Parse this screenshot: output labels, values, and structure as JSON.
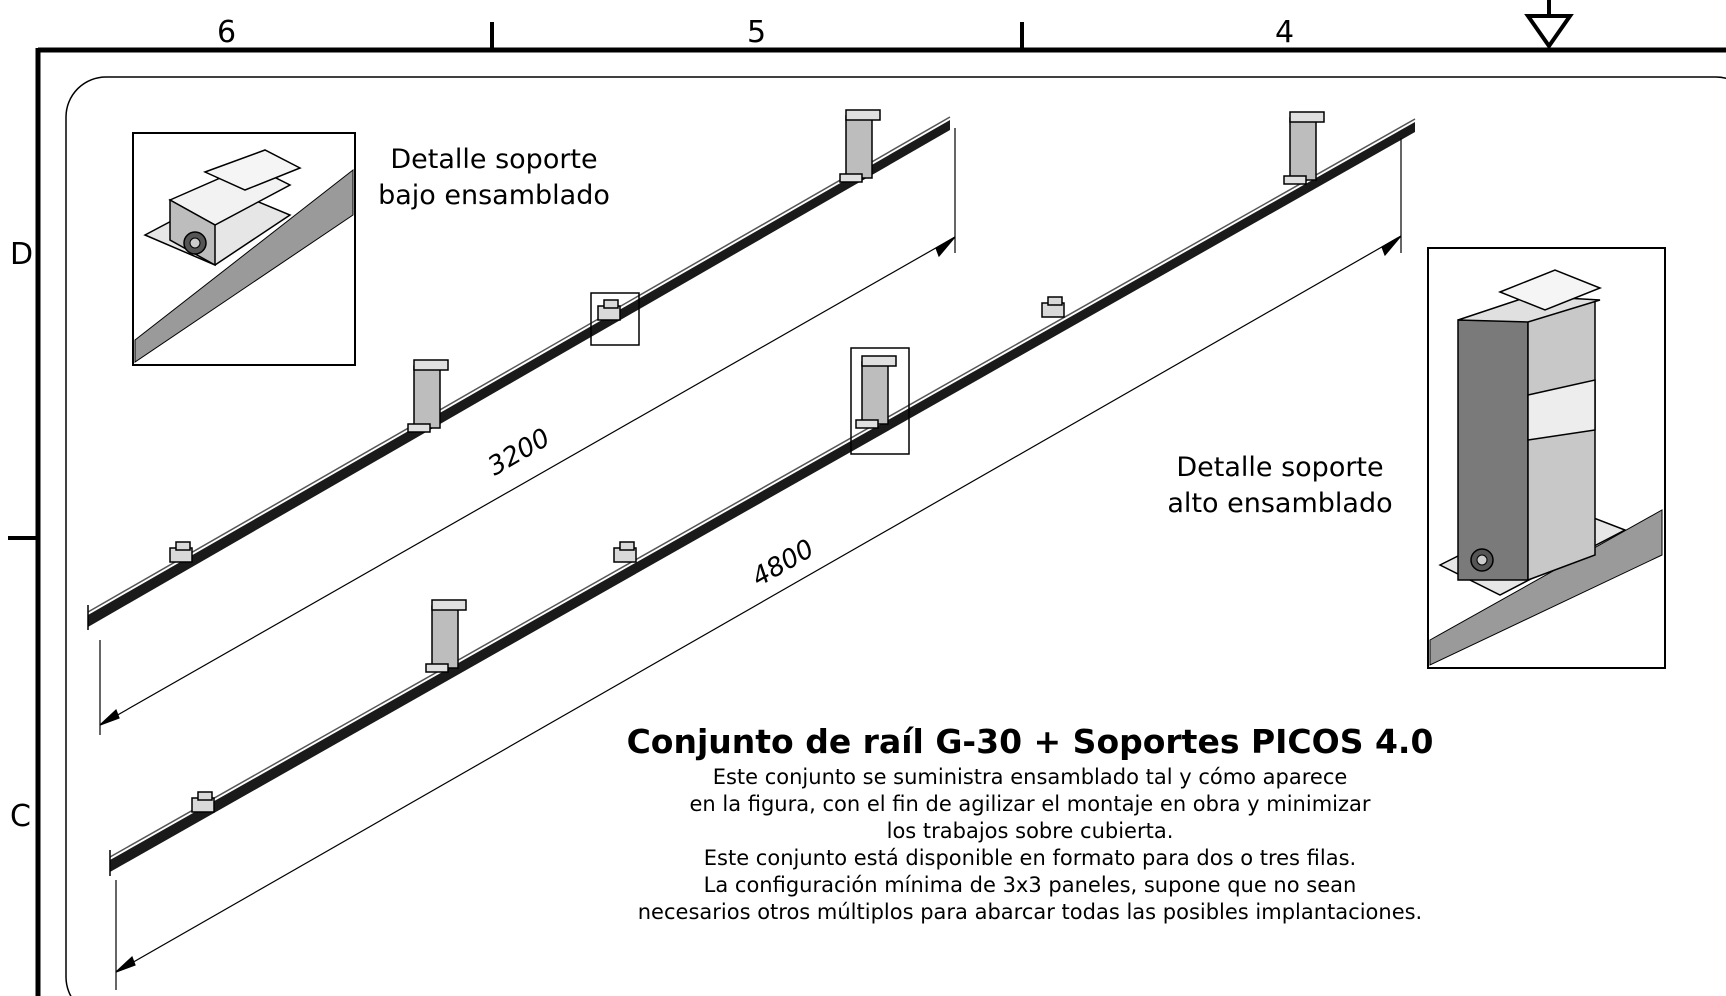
{
  "grid": {
    "columns": [
      "6",
      "5",
      "4"
    ],
    "rows": [
      "D",
      "C"
    ]
  },
  "details": {
    "low": "Detalle soporte\nbajo ensamblado",
    "high": "Detalle soporte\nalto ensamblado"
  },
  "dimensions": {
    "upper": "3200",
    "lower": "4800"
  },
  "title": {
    "heading": "Conjunto de raíl G-30 + Soportes PICOS 4.0",
    "lines": [
      "Este conjunto se suministra ensamblado tal y cómo aparece",
      "en la figura, con el fin de agilizar el montaje en obra y minimizar",
      "los trabajos sobre cubierta.",
      "Este conjunto está disponible en formato para dos o tres filas.",
      "La configuración mínima de 3x3 paneles, supone que no sean",
      "necesarios otros múltiplos para abarcar todas las posibles implantaciones."
    ]
  }
}
